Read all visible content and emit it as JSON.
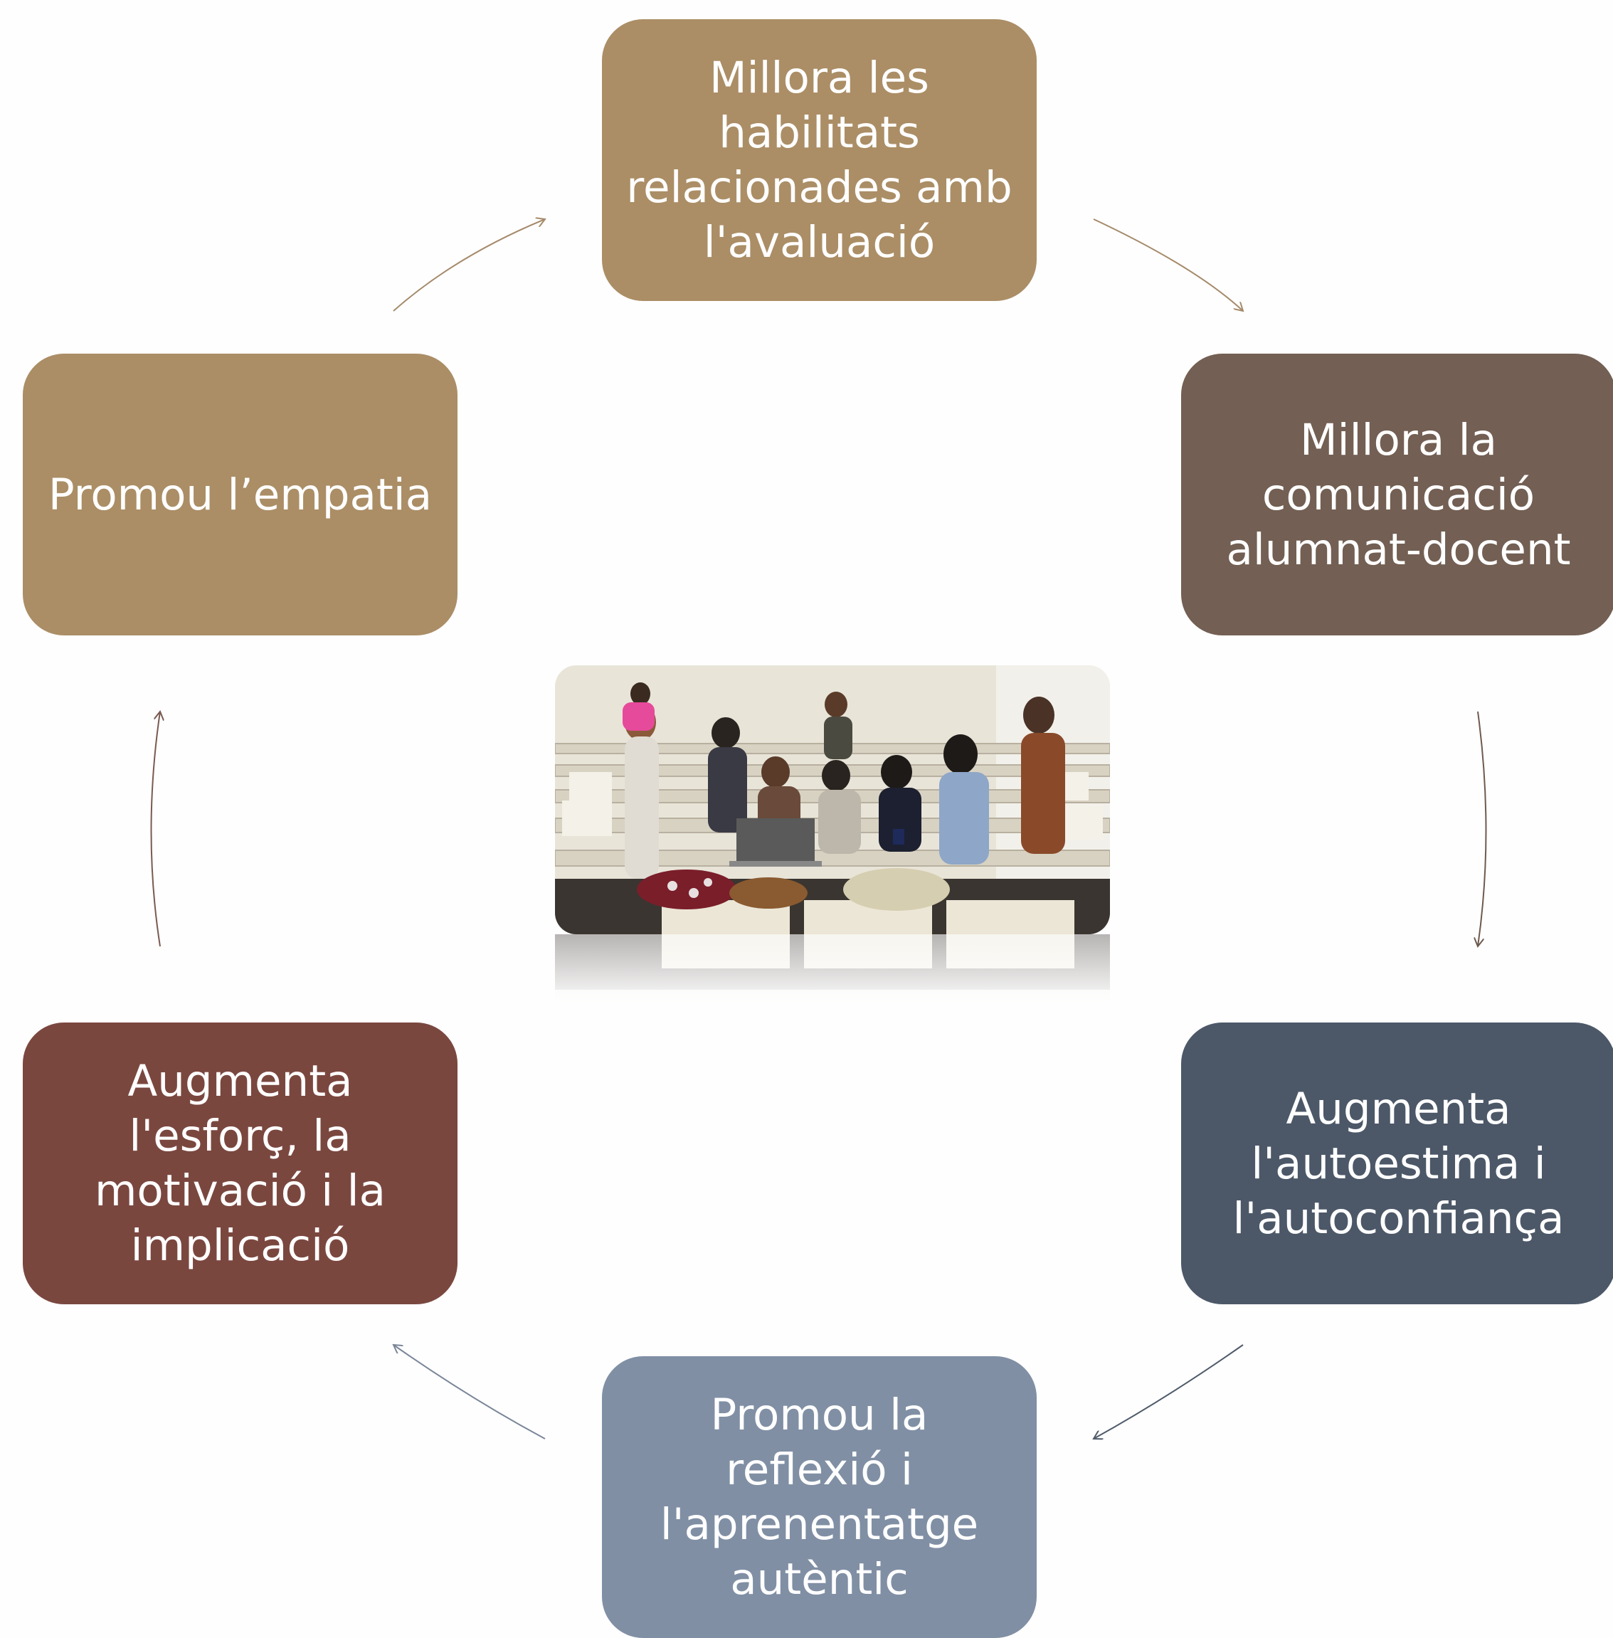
{
  "diagram": {
    "nodes": [
      {
        "id": "top",
        "label": "Millora les\nhabilitats\nrelacionades amb\nl'avaluació",
        "color": "#ab8e66"
      },
      {
        "id": "upper-right",
        "label": "Millora la\ncomunicació\nalumnat-docent",
        "color": "#735f53"
      },
      {
        "id": "lower-right",
        "label": "Augmenta\nl'autoestima i\nl'autoconfiança",
        "color": "#4c5868"
      },
      {
        "id": "bottom",
        "label": "Promou la\nreflexió i\nl'aprenentatge\nautèntic",
        "color": "#808fa4"
      },
      {
        "id": "lower-left",
        "label": "Augmenta\nl'esforç, la\nmotivació i la\nimplicació",
        "color": "#7a473f"
      },
      {
        "id": "upper-left",
        "label": "Promou l’empatia",
        "color": "#ab8e66"
      }
    ],
    "arrow_colors": {
      "brown": "#a58a6a",
      "dark_brown": "#6e5a4e",
      "slate": "#4f5b6a",
      "gray_blue": "#7a8698"
    },
    "center_image": {
      "icon": "classroom-photo",
      "description_visible": false
    }
  }
}
